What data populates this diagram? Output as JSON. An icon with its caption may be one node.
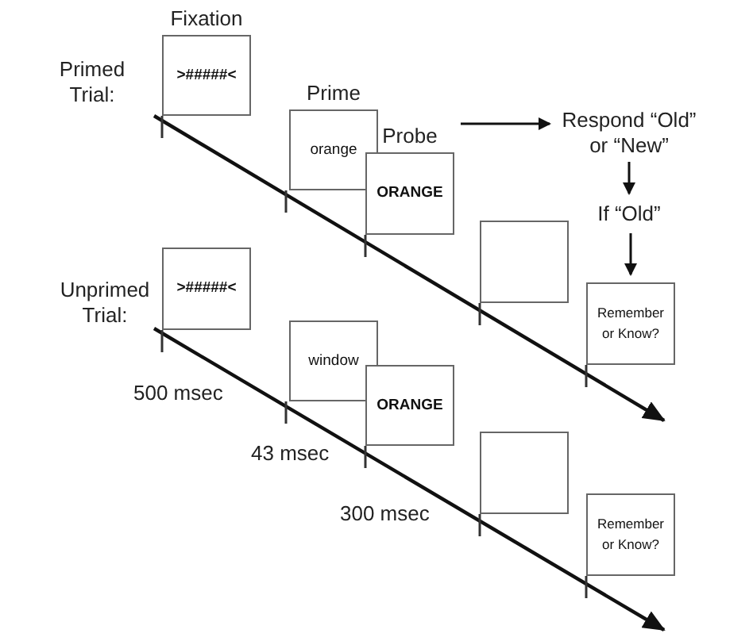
{
  "diagram": {
    "nodes": [
      {
        "text": [
          "Fixation",
          ">#####<"
        ]
      },
      {
        "text": [
          "Prime",
          "orange"
        ]
      },
      {
        "text": [
          "Probe",
          "ORANGE"
        ]
      },
      {
        "text": [
          "Respond “Old” or “New”"
        ]
      },
      {
        "text": [
          "If “Old”"
        ]
      },
      {
        "text": [],
        "shape": "box"
      },
      {
        "text": [
          "Remember or Know?"
        ]
      },
      {
        "text": [
          ">#####<"
        ]
      },
      {
        "text": [
          "window"
        ]
      },
      {
        "text": [
          "ORANGE"
        ]
      },
      {
        "text": [],
        "shape": "box"
      },
      {
        "text": [
          "Remember or Know?"
        ]
      }
    ],
    "edges": [
      {
        "from": 2,
        "to": 3,
        "arrow": "to"
      },
      {
        "from": 3,
        "to": 4,
        "arrow": "to"
      },
      {
        "from": 4,
        "to": 6,
        "arrow": "to"
      }
    ],
    "labels": [
      "Primed Trial:",
      "Unprimed Trial:",
      "500 msec",
      "43 msec",
      "300 msec"
    ]
  }
}
